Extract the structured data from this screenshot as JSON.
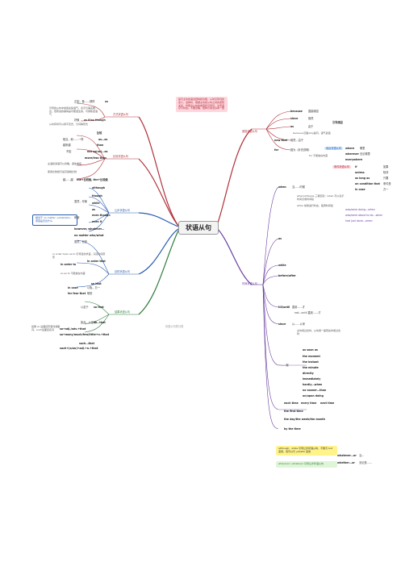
{
  "center": "状语从句",
  "colors": {
    "purpose": "#b0303a",
    "concession": "#2a5db0",
    "time": "#6a3fa0",
    "place": "#2f7d3b",
    "note_yellow": "#fff38a",
    "note_blue": "#cfe7ff",
    "note_pink": "#ffd6de",
    "note_green": "#dff5d8"
  },
  "top_note": "提示主句的语法结构和功能，从句引导词的含义，选择时，根据主句和从句之间的逻辑关系，判断出从句的类型和引导词，注意语序与时态。不要忽略，结构与用法基本一致",
  "left": {
    "as_if": {
      "branch": "方式状语从句",
      "word": "as",
      "word2": "as if/as though",
      "note1": "正如，像……那样",
      "note2": "好像",
      "desc": "引导的从句中常用虚拟语气，表示与事实相反；若所说的事情是可能发生的，可用陈述语气",
      "desc2": "从句有时可以用不定式、分词等形式"
    },
    "compare": {
      "branch": "比较状语从句",
      "items": [
        "比较",
        "as…as",
        "not so(as)…as",
        "than",
        "more/less than",
        "the+比较级, the+比较级"
      ],
      "left_notes": [
        "越来越",
        "相当，和……一样",
        "不如",
        "越……越"
      ],
      "desc": "主语和谓语可以省略，避免重复",
      "desc2": "使用比较级与最高级相比较"
    },
    "concession": {
      "branch": "让步状语从句",
      "items": [
        "although",
        "though",
        "while",
        "as",
        "even though",
        "even if",
        "however, whatever…",
        "no matter who/what"
      ],
      "left_notes": [
        "虽然，尽管",
        "即使"
      ],
      "box": "相当于 no matter +what/who…意思是无论什么",
      "note": "虽然，但是"
    },
    "purpose": {
      "branch": "目的状语从句",
      "title": "in order that",
      "items": [
        "in order to",
        "so that",
        "in case",
        "for fear that"
      ],
      "notes": [
        "以免，万一",
        "唯恐"
      ],
      "box1": "in order to/so as to 引导目的状语，只接动词原形",
      "box2": "so as to 不能放在句首"
    },
    "result": {
      "branch": "结果状语从句",
      "items": [
        "so that",
        "so…that",
        "such…that",
        "so+adj./adv.+that",
        "so+many/much/few/little+n.+that",
        "such+(a/an)+adj.+n.+that"
      ],
      "left_notes": [
        "以至于",
        "如此…以至于"
      ],
      "desc": "如果 so 后面接形容词或副词，such后面接名词"
    },
    "subnote": "状语从句的分类"
  },
  "right": {
    "reason": {
      "branch": "原因状语从句",
      "items": [
        "because",
        "since",
        "as",
        "now that",
        "for"
      ],
      "notes": [
        "直接原因",
        "既然",
        "由于",
        "既然，由于",
        "因为（补充说明）"
      ],
      "group": "引导原因",
      "desc": "because 回答why提问，语气最强",
      "desc2": "for 不能放在句首"
    },
    "time": {
      "branch": "时间状语从句",
      "items": [
        "when",
        "as",
        "while",
        "before/after",
        "till/until",
        "since",
        "as soon as",
        "the moment",
        "the instant",
        "the minute",
        "directly",
        "immediately",
        "hardly…when",
        "no sooner…than",
        "on/upon doing",
        "each time",
        "every time",
        "next time",
        "the first time",
        "the day/the week/the month",
        "by the time"
      ],
      "notes": [
        "当……时候",
        "一……就",
        "从……以来",
        "直到……才"
      ],
      "desc1": "when/while/as 三者区别：when 可以表示时间点或时间段",
      "desc2": "while 常用进行时态，强调时间段",
      "desc3": "was/were doing…when",
      "desc4": "was/were about to do…when",
      "desc5": "had just done…when",
      "desc6": "not…until 直到……才",
      "desc7": "主句用过去时，从句用一般现在时或过去时"
    },
    "place": {
      "branch": "地点状语从句",
      "items": [
        "where",
        "wherever",
        "everywhere"
      ],
      "notes": [
        "哪里",
        "无论哪里"
      ]
    },
    "condition": {
      "branch": "条件状语从句",
      "items": [
        "if",
        "unless",
        "as long as",
        "on condition that",
        "in case"
      ],
      "notes": [
        "如果",
        "除非",
        "只要",
        "条件是",
        "万一"
      ]
    },
    "box_yellow": "although、while 引导让步状语从句，不能与 but 连用，但可以与 yet/still 连用",
    "box_green": "wherever / whatever 引导让步状语从句",
    "bottom1": "whatever…or",
    "bottom2": "当…",
    "bottom3": "whether…or",
    "bottom4": "无论是……"
  }
}
